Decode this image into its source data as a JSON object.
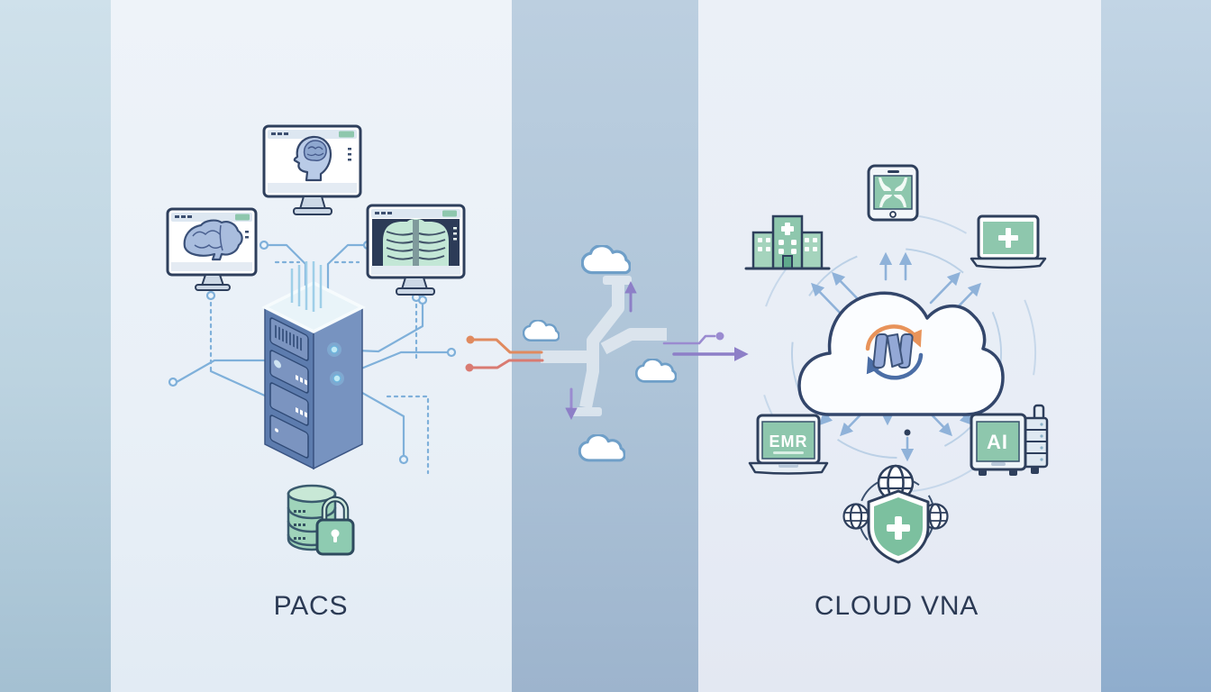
{
  "meta": {
    "description": "Medical imaging migration illustration: on-premise PACS to Cloud VNA"
  },
  "palette": {
    "navy_outline": "#2e3f5c",
    "label_text": "#2b3a54",
    "screen_green": "#8ec7ad",
    "server_blue_dark": "#5d7cae",
    "server_blue_light": "#7793c0",
    "circuit_blue": "#7fb0da",
    "arrow_blue": "#8fb2d9",
    "cloud_stroke": "#6f9fc8",
    "inbound_line_orange": "#e08a5f",
    "inbound_line_red": "#d97b72",
    "outbound_purple": "#8d7fc7",
    "sync_orange": "#e8935a",
    "sync_blue": "#4b6ea6",
    "secure_green": "#9fd4ba"
  },
  "pacs": {
    "label": "PACS",
    "items": [
      {
        "name": "brain-profile-monitor-icon"
      },
      {
        "name": "brain-scan-monitor-icon"
      },
      {
        "name": "chest-xray-monitor-icon"
      },
      {
        "name": "server-rack-icon"
      },
      {
        "name": "secure-database-icon"
      }
    ]
  },
  "transition": {
    "clouds": 4,
    "items": [
      {
        "name": "data-pipe-icon"
      },
      {
        "name": "cloud-icon"
      },
      {
        "name": "inbound-circuit-lines"
      },
      {
        "name": "outbound-arrows"
      }
    ]
  },
  "cloud_vna": {
    "label": "CLOUD VNA",
    "emr_screen_text": "EMR",
    "ai_screen_text": "AI",
    "devices": [
      {
        "name": "smartphone-icon"
      },
      {
        "name": "hospital-icon"
      },
      {
        "name": "laptop-icon"
      },
      {
        "name": "sync-cloud-icon"
      },
      {
        "name": "emr-laptop-icon"
      },
      {
        "name": "ai-server-icon"
      },
      {
        "name": "global-security-shield-icon"
      }
    ]
  }
}
